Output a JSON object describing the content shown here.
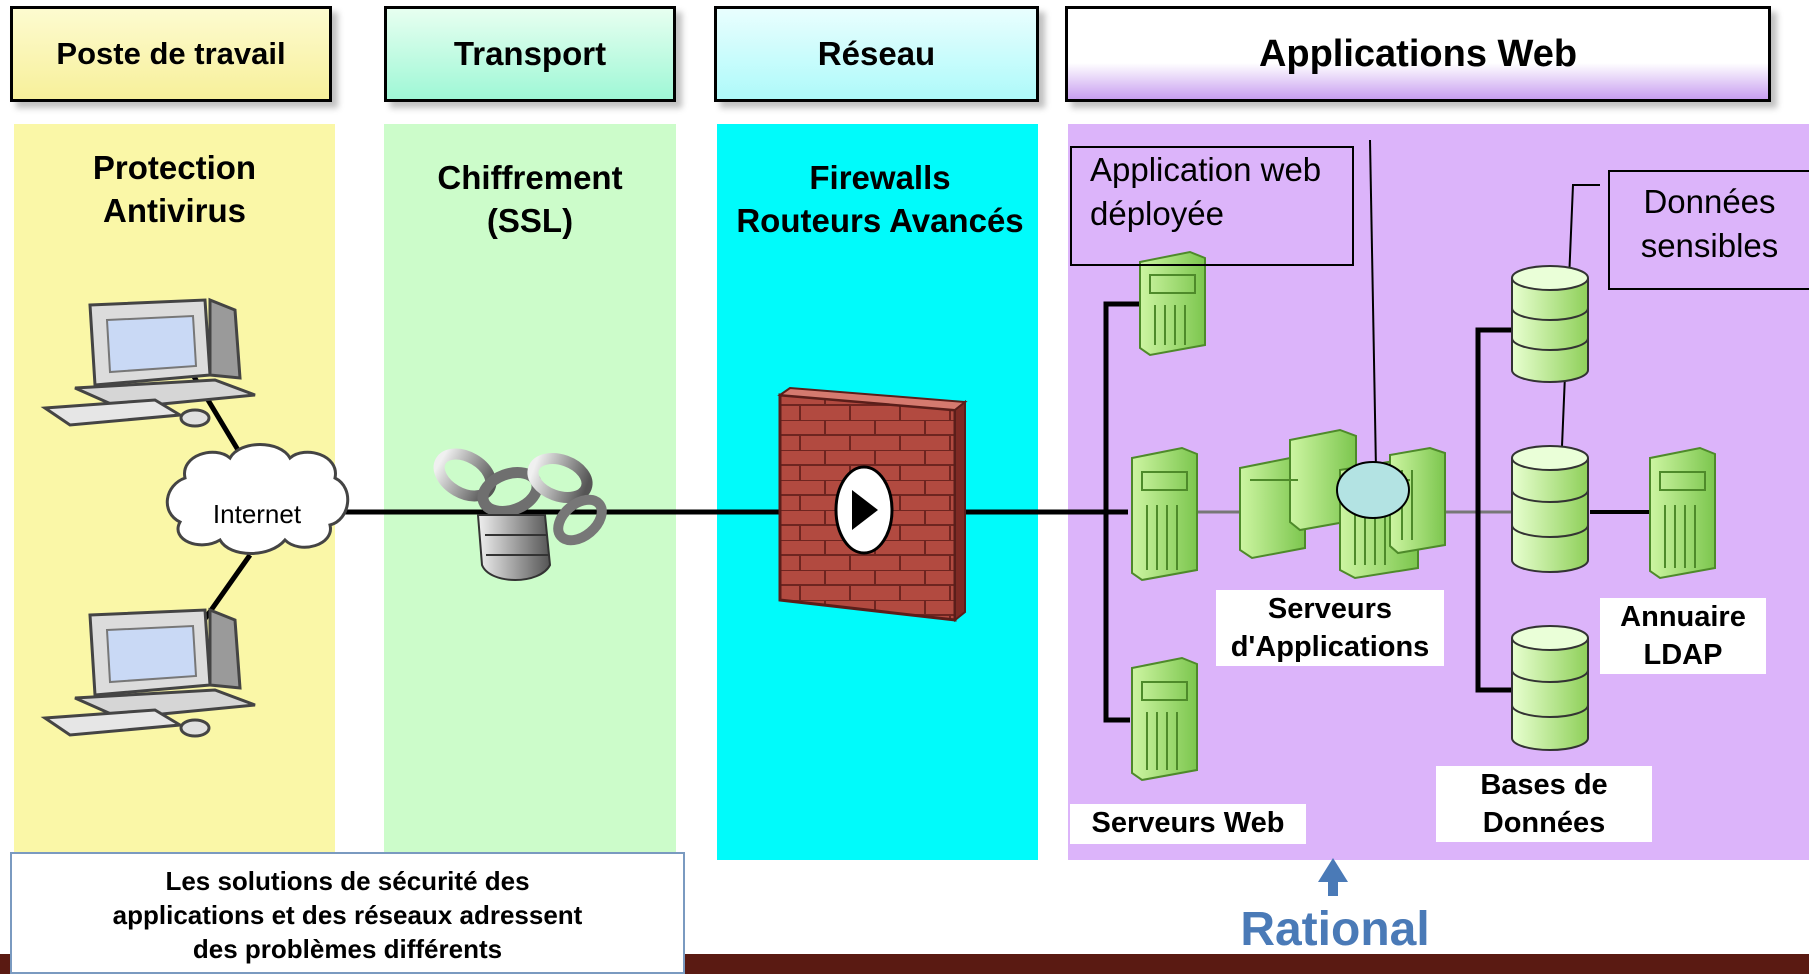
{
  "headers": {
    "workstation": "Poste de travail",
    "transport": "Transport",
    "network": "Réseau",
    "webapps": "Applications Web"
  },
  "columns": {
    "workstation_title": [
      "Protection",
      "Antivirus"
    ],
    "transport_title": [
      "Chiffrement",
      "(SSL)"
    ],
    "network_title": [
      "Firewalls",
      "Routeurs Avancés"
    ]
  },
  "cloud_label": "Internet",
  "callouts": {
    "deployed_app": [
      "Application web",
      "déployée"
    ],
    "sensitive_data": [
      "Données",
      "sensibles"
    ]
  },
  "labels": {
    "app_servers": [
      "Serveurs",
      "d'Applications"
    ],
    "ldap": [
      "Annuaire",
      "LDAP"
    ],
    "web_servers": "Serveurs Web",
    "databases": [
      "Bases de",
      "Données"
    ]
  },
  "footer_note": [
    "Les solutions de sécurité des",
    "applications et des réseaux adressent",
    "des problèmes différents"
  ],
  "brand": "Rational",
  "colors": {
    "workstation_bg": "#faf7a7",
    "transport_bg": "#ccfcca",
    "network_bg": "#00fbfb",
    "webapps_bg": "#dcb4fa",
    "server_green": "#a8e07a",
    "accent_blue": "#4a7ab7",
    "brick_red": "#b24a40"
  }
}
